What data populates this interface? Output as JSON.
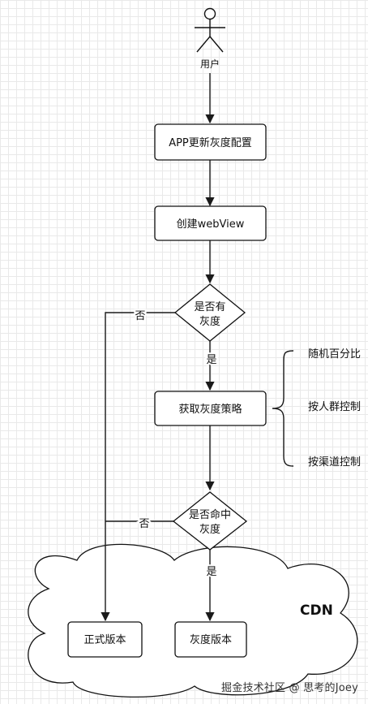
{
  "actor": {
    "label": "用户"
  },
  "nodes": {
    "update_config": "APP更新灰度配置",
    "create_webview": "创建webView",
    "has_gray": [
      "是否有",
      "灰度"
    ],
    "get_strategy": "获取灰度策略",
    "hit_gray": [
      "是否命中",
      "灰度"
    ],
    "official_version": "正式版本",
    "gray_version": "灰度版本"
  },
  "edges": {
    "has_gray_yes": "是",
    "has_gray_no": "否",
    "hit_gray_yes": "是",
    "hit_gray_no": "否"
  },
  "strategies": [
    "随机百分比",
    "按人群控制",
    "按渠道控制"
  ],
  "cloud_label": "CDN",
  "watermark": "掘金技术社区 @ 思考的Joey"
}
